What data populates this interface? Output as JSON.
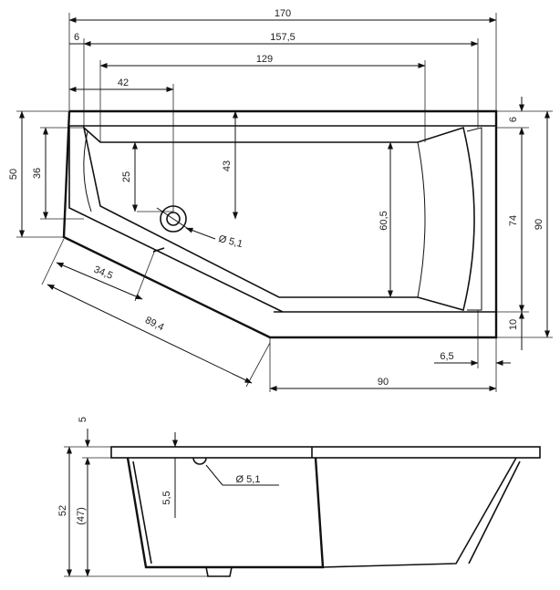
{
  "top_view": {
    "dims": {
      "overall_width": "170",
      "inner_width": "157,5",
      "basin_length": "129",
      "drain_offset": "42",
      "left_rim": "6",
      "height_left": "50",
      "height_inner_left": "36",
      "basin_depth_left": "25",
      "drain_to_back": "43",
      "basin_width_right": "60,5",
      "rim_top_right": "6",
      "inner_right": "74",
      "overall_right": "90",
      "rim_bottom_right": "10",
      "diag_short": "34,5",
      "diag_long": "89,4",
      "right_rim_bottom": "6,5",
      "bottom_width": "90",
      "drain_diameter": "Ø 5,1"
    }
  },
  "side_view": {
    "dims": {
      "rim_thickness": "5",
      "total_height": "52",
      "inner_height": "(47)",
      "overflow_offset": "5,5",
      "overflow_diameter": "Ø 5,1"
    }
  }
}
